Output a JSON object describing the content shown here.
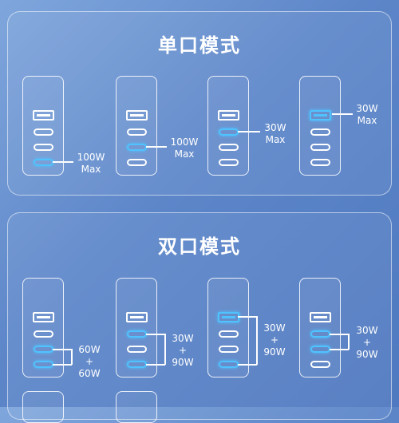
{
  "single_mode": {
    "title": "单口模式",
    "items": [
      {
        "watt": "100W",
        "max": "Max"
      },
      {
        "watt": "100W",
        "max": "Max"
      },
      {
        "watt": "30W",
        "max": "Max"
      },
      {
        "watt": "30W",
        "max": "Max"
      }
    ]
  },
  "dual_mode": {
    "title": "双口模式",
    "items": [
      {
        "top": "60W",
        "plus": "+",
        "bottom": "60W"
      },
      {
        "top": "30W",
        "plus": "+",
        "bottom": "90W"
      },
      {
        "top": "30W",
        "plus": "+",
        "bottom": "90W"
      },
      {
        "top": "30W",
        "plus": "+",
        "bottom": "90W"
      }
    ]
  },
  "colors": {
    "active_port": "#4fc3ff",
    "background": "#5d86c9"
  }
}
